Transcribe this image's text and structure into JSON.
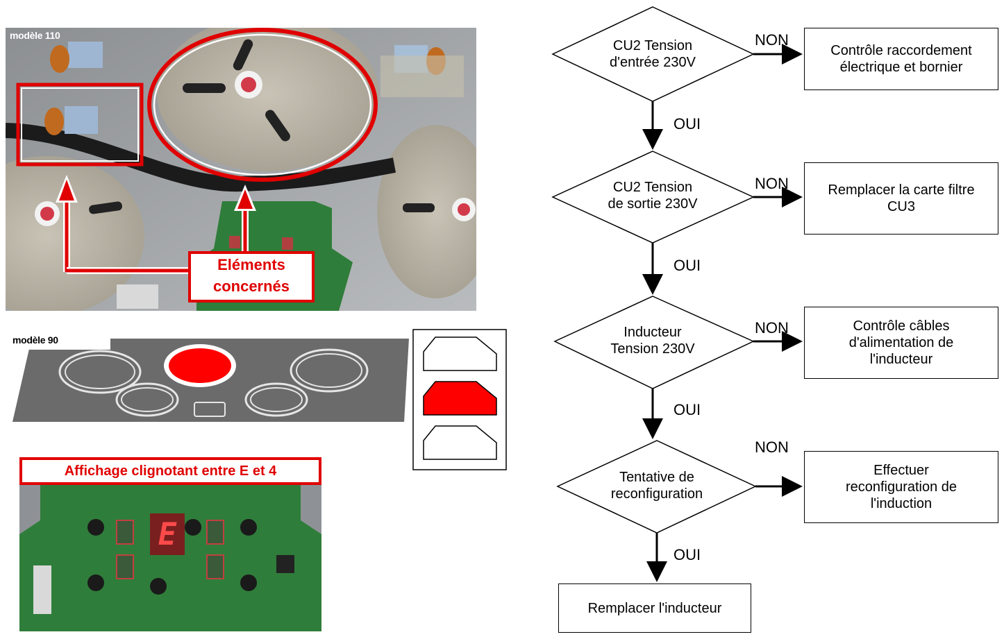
{
  "photo_top": {
    "model_label": "modèle 110",
    "callout_line1": "Eléments",
    "callout_line2": "concernés"
  },
  "schematic": {
    "model_label": "modèle 90",
    "highlight_color": "#ff0000"
  },
  "photo_bottom": {
    "banner": "Affichage clignotant entre E et 4",
    "display_char": "E"
  },
  "flowchart": {
    "decisions": [
      {
        "line1": "CU2 Tension",
        "line2": "d'entrée 230V"
      },
      {
        "line1": "CU2 Tension",
        "line2": "de sortie 230V"
      },
      {
        "line1": "Inducteur",
        "line2": "Tension 230V"
      },
      {
        "line1": "Tentative de",
        "line2": "reconfiguration"
      }
    ],
    "actions": [
      {
        "line1": "Contrôle raccordement",
        "line2": "électrique et bornier",
        "line3": ""
      },
      {
        "line1": "Remplacer la carte filtre",
        "line2": "CU3",
        "line3": ""
      },
      {
        "line1": "Contrôle câbles",
        "line2": "d'alimentation de",
        "line3": "l'inducteur"
      },
      {
        "line1": "Effectuer",
        "line2": "reconfiguration de",
        "line3": "l'induction"
      }
    ],
    "no_label": "NON",
    "yes_label": "OUI",
    "final_action": "Remplacer l'inducteur"
  },
  "colors": {
    "accent_red": "#e00000",
    "board_green": "#2f7d3a",
    "hob_grey": "#6b6b6b"
  }
}
